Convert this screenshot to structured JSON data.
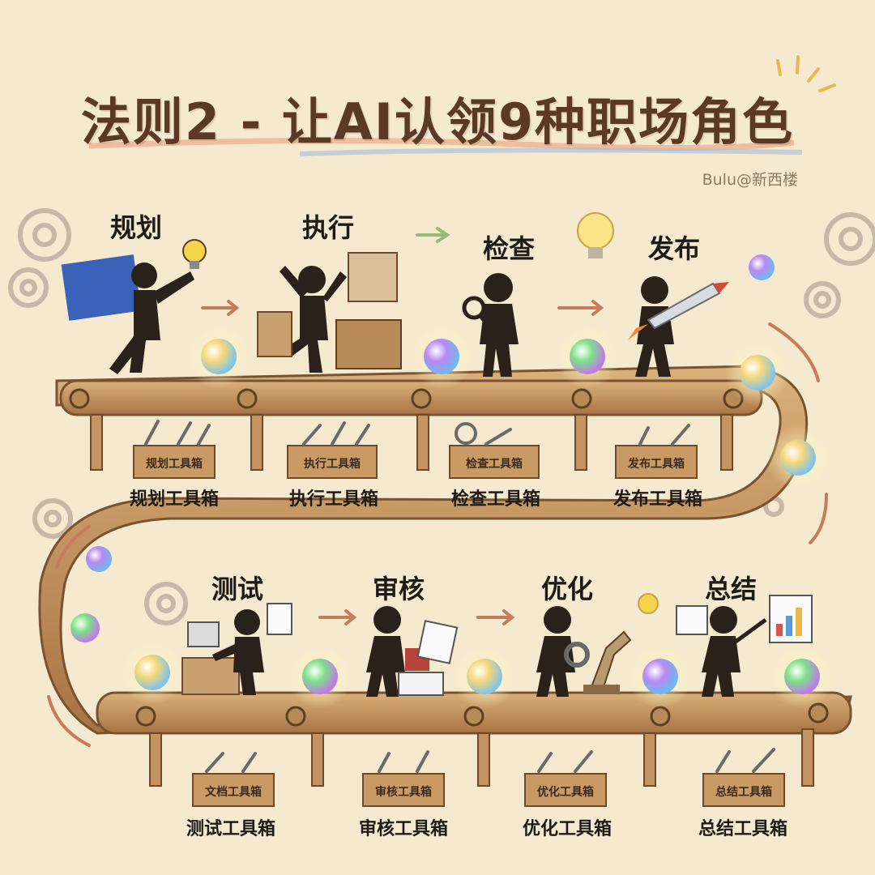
{
  "title": "法则2 - 让AI认领9种职场角色",
  "author": "Bulu@新西楼",
  "colors": {
    "background": "#f5e9cf",
    "belt": "#c99a63",
    "belt_dark": "#8a5e34",
    "title": "#5a3a26",
    "figure": "#2b211b"
  },
  "top_row": [
    {
      "stage": "规划",
      "box_label": "规划工具箱",
      "caption": "规划工具箱",
      "icon": "blueprint-lightbulb-icon"
    },
    {
      "stage": "执行",
      "box_label": "执行工具箱",
      "caption": "执行工具箱",
      "icon": "wrench-workbench-icon"
    },
    {
      "stage": "检查",
      "box_label": "检查工具箱",
      "caption": "检查工具箱",
      "icon": "magnifier-icon"
    },
    {
      "stage": "发布",
      "box_label": "发布工具箱",
      "caption": "发布工具箱",
      "icon": "rocket-icon"
    }
  ],
  "bottom_row": [
    {
      "stage": "测试",
      "box_label": "文档工具箱",
      "caption": "测试工具箱",
      "icon": "computer-desk-icon"
    },
    {
      "stage": "审核",
      "box_label": "审核工具箱",
      "caption": "审核工具箱",
      "icon": "stamp-documents-icon"
    },
    {
      "stage": "优化",
      "box_label": "优化工具箱",
      "caption": "优化工具箱",
      "icon": "robot-arm-gear-icon"
    },
    {
      "stage": "总结",
      "box_label": "总结工具箱",
      "caption": "总结工具箱",
      "icon": "chart-presentation-icon"
    }
  ]
}
